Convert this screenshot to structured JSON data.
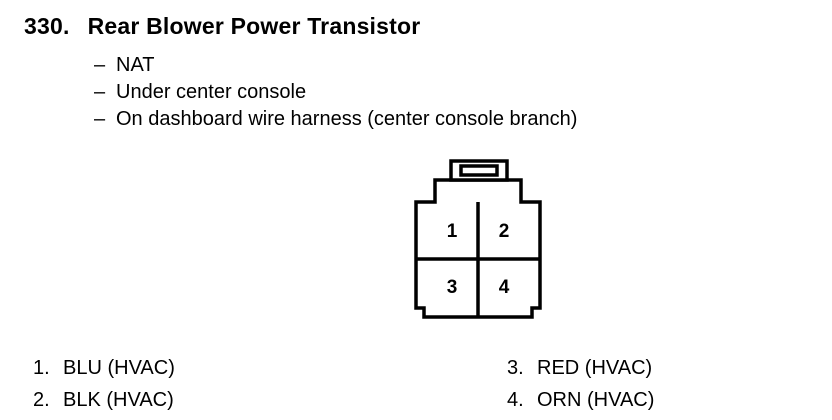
{
  "page": {
    "section_number": "330.",
    "title": "Rear Blower Power Transistor",
    "dash": "–",
    "bullets": [
      "NAT",
      "Under center console",
      "On dashboard wire harness (center console branch)"
    ]
  },
  "connector": {
    "type": "4-pin connector front view",
    "pins": [
      "1",
      "2",
      "3",
      "4"
    ]
  },
  "legend": {
    "left": [
      {
        "num": "1.",
        "label": "BLU (HVAC)"
      },
      {
        "num": "2.",
        "label": "BLK (HVAC)"
      }
    ],
    "right": [
      {
        "num": "3.",
        "label": "RED (HVAC)"
      },
      {
        "num": "4.",
        "label": "ORN (HVAC)"
      }
    ]
  },
  "colors": {
    "ink": "#000000",
    "background": "#ffffff"
  }
}
